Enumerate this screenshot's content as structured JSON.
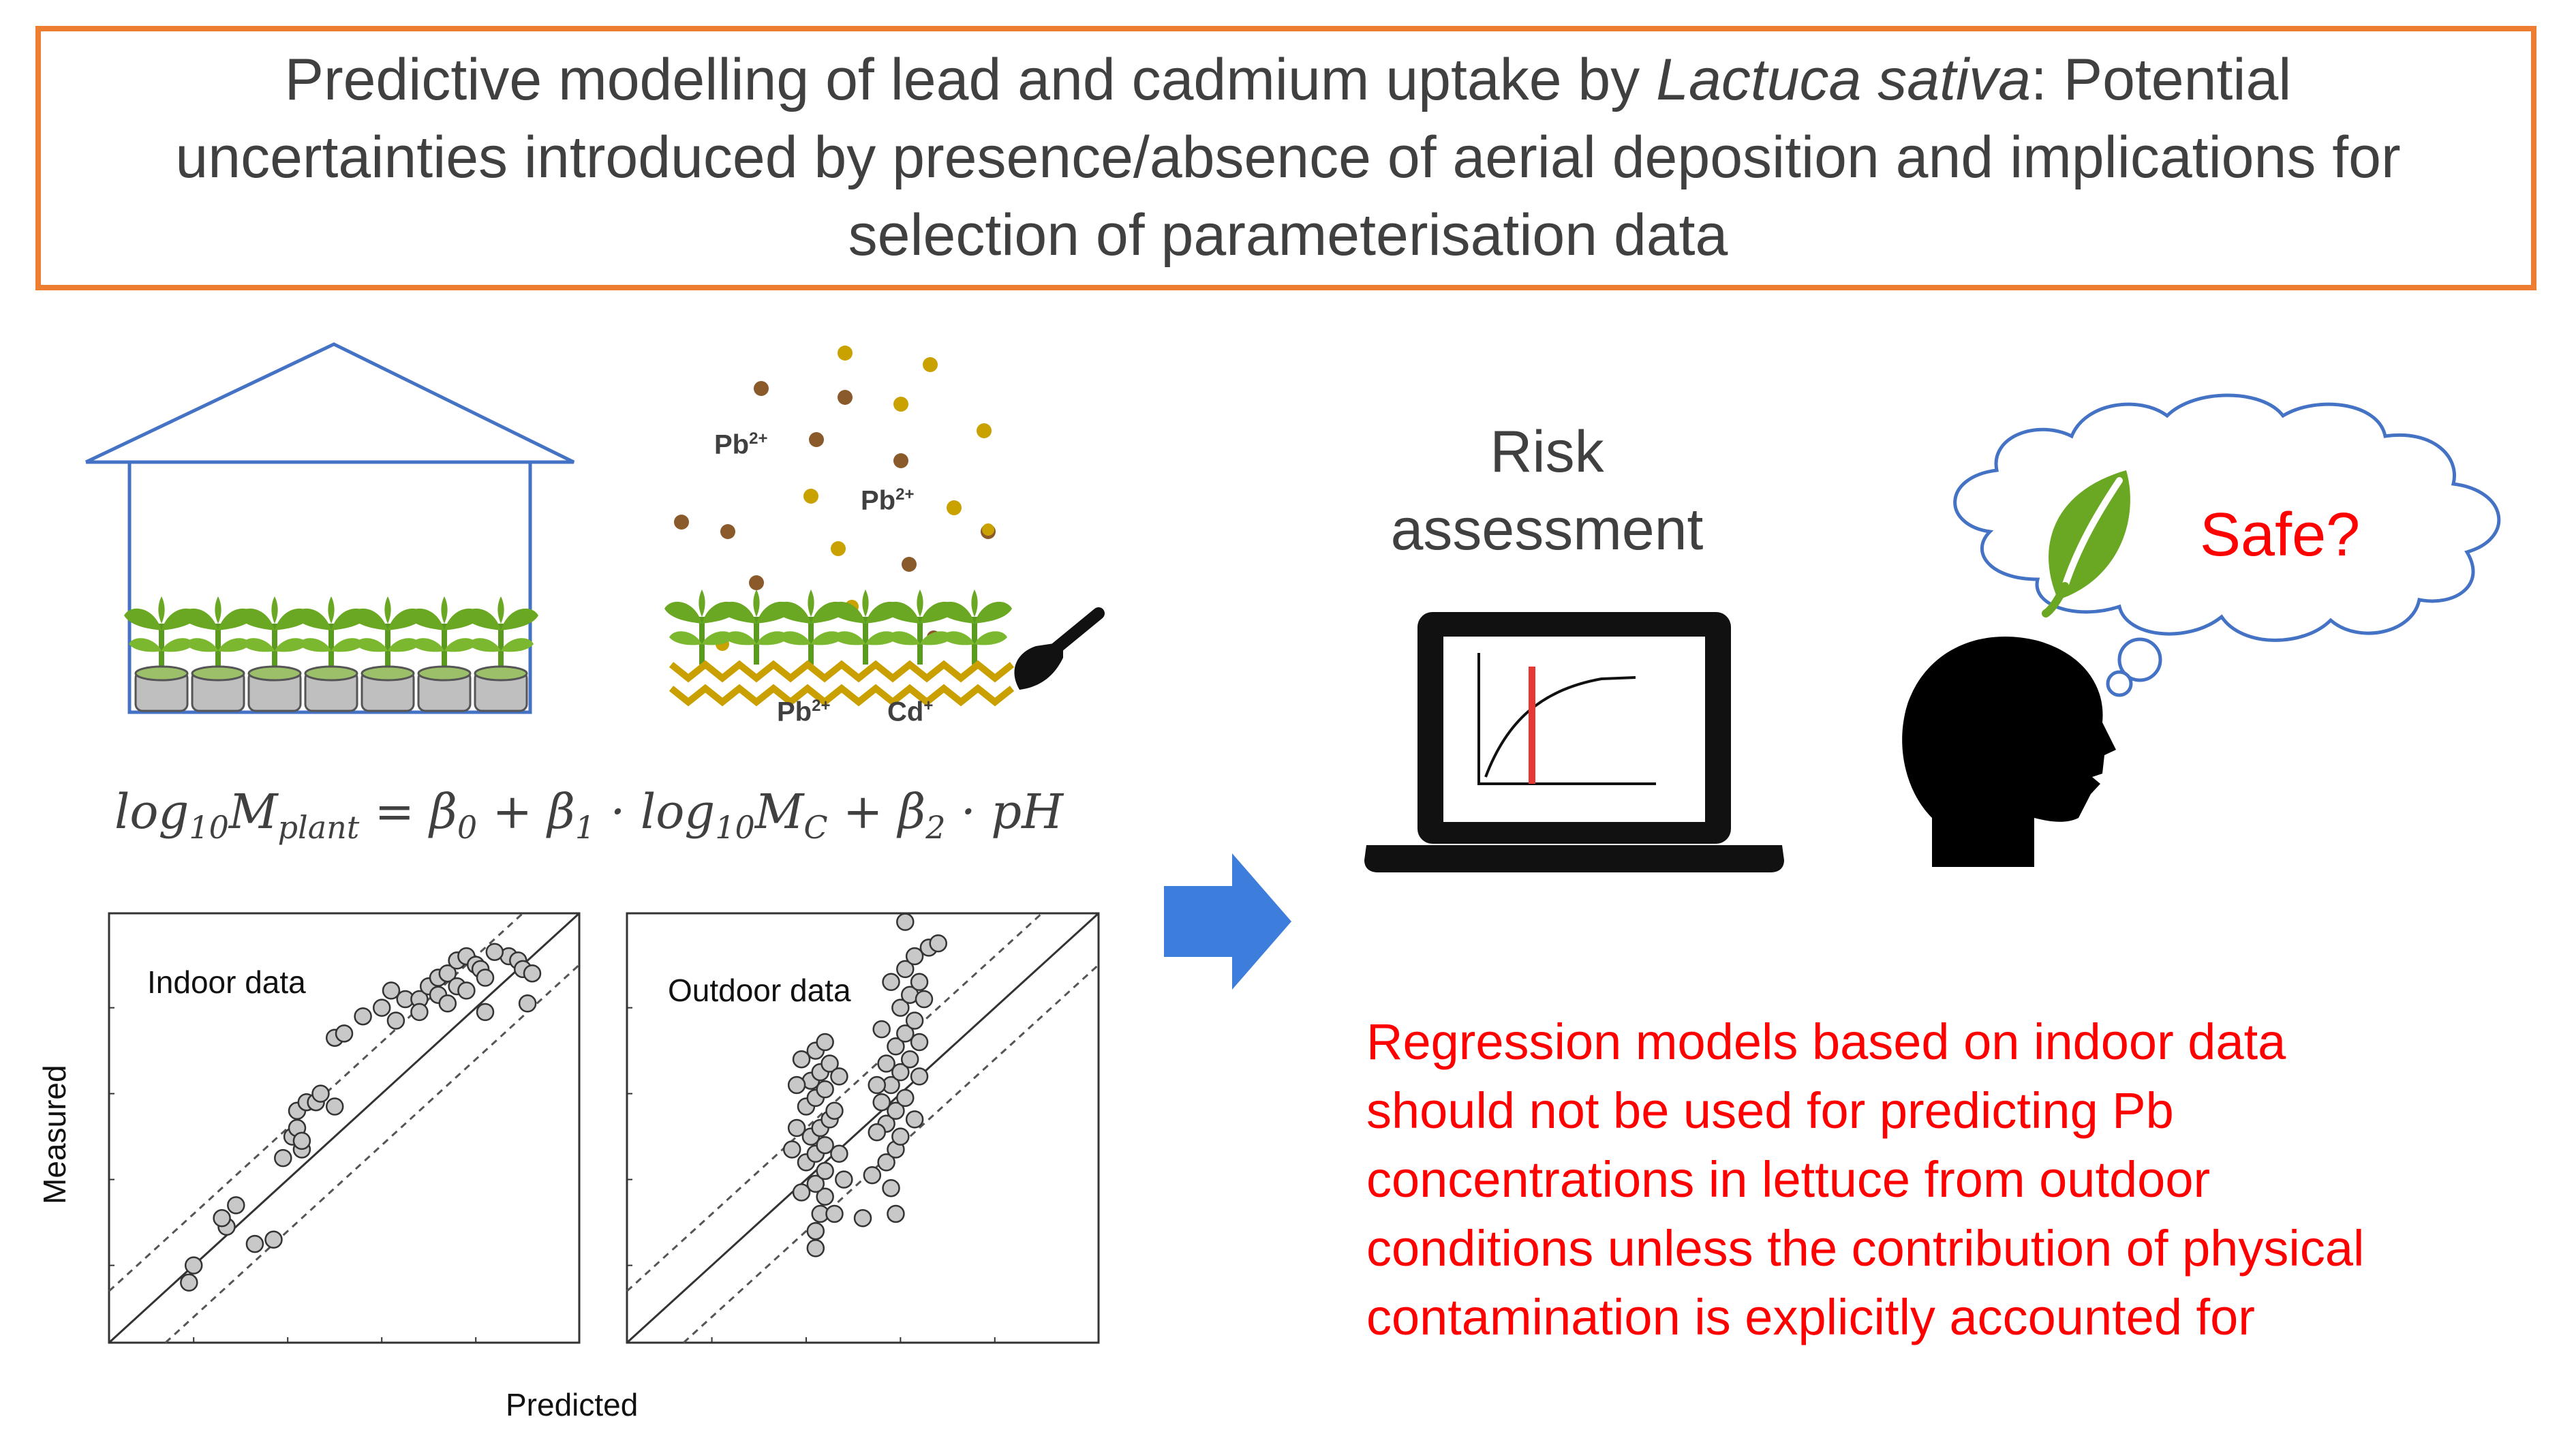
{
  "title": {
    "line1_pre": "Predictive modelling of lead and cadmium uptake by ",
    "line1_species": "Lactuca sativa",
    "line1_post": ": Potential",
    "line2": "uncertainties introduced by presence/absence of aerial deposition and implications for",
    "line3": "selection of parameterisation data"
  },
  "equation": {
    "lhs_base": "log",
    "lhs_base_sub": "10",
    "lhs_var": "M",
    "lhs_var_sub": "plant",
    "rhs_b0": " = β",
    "rhs_b0_sub": "0",
    "rhs_b1": " + β",
    "rhs_b1_sub": "1",
    "rhs_log": " · log",
    "rhs_log_sub": "10",
    "rhs_mc": "M",
    "rhs_mc_sub": "C",
    "rhs_b2": " + β",
    "rhs_b2_sub": "2",
    "rhs_ph": " · pH"
  },
  "ions": {
    "pb_symbol": "Pb",
    "pb_charge": "2+",
    "cd_symbol": "Cd",
    "cd_charge": "+"
  },
  "risk": {
    "label": "Risk assessment"
  },
  "thought": {
    "label": "Safe?"
  },
  "conclusion": {
    "lines": [
      "Regression models based on indoor data",
      "should not be used for predicting Pb",
      "concentrations in lettuce from outdoor",
      "conditions unless the contribution of physical",
      "contamination is explicitly accounted for"
    ]
  },
  "colors": {
    "title_border": "#ED7D31",
    "greenhouse_frame": "#4472C4",
    "arrow": "#3D7DDB",
    "conclusion_text": "#FF0000",
    "leaf": "#6AA823",
    "brown_particle": "#8B5A2B",
    "yellow_particle": "#C9A200",
    "soil": "#C9A000",
    "cut_off_line": "#E53935"
  },
  "chart_data": [
    {
      "type": "scatter",
      "title": "Indoor data",
      "xlabel": "Predicted",
      "ylabel": "Measured",
      "grid": false,
      "reference_lines": [
        "1:1 line (solid)",
        "prediction band (dashed)"
      ],
      "points": [
        [
          0.17,
          0.14
        ],
        [
          0.18,
          0.18
        ],
        [
          0.31,
          0.23
        ],
        [
          0.25,
          0.27
        ],
        [
          0.24,
          0.29
        ],
        [
          0.27,
          0.32
        ],
        [
          0.35,
          0.24
        ],
        [
          0.37,
          0.43
        ],
        [
          0.4,
          0.54
        ],
        [
          0.42,
          0.56
        ],
        [
          0.44,
          0.56
        ],
        [
          0.48,
          0.55
        ],
        [
          0.45,
          0.58
        ],
        [
          0.39,
          0.48
        ],
        [
          0.4,
          0.5
        ],
        [
          0.41,
          0.45
        ],
        [
          0.41,
          0.47
        ],
        [
          0.6,
          0.82
        ],
        [
          0.63,
          0.8
        ],
        [
          0.66,
          0.8
        ],
        [
          0.68,
          0.83
        ],
        [
          0.7,
          0.85
        ],
        [
          0.72,
          0.86
        ],
        [
          0.74,
          0.89
        ],
        [
          0.76,
          0.9
        ],
        [
          0.78,
          0.88
        ],
        [
          0.79,
          0.87
        ],
        [
          0.7,
          0.81
        ],
        [
          0.74,
          0.83
        ],
        [
          0.76,
          0.82
        ],
        [
          0.8,
          0.85
        ],
        [
          0.66,
          0.77
        ],
        [
          0.8,
          0.77
        ],
        [
          0.58,
          0.78
        ],
        [
          0.54,
          0.76
        ],
        [
          0.61,
          0.75
        ],
        [
          0.48,
          0.71
        ],
        [
          0.5,
          0.72
        ],
        [
          0.85,
          0.9
        ],
        [
          0.87,
          0.89
        ],
        [
          0.88,
          0.87
        ],
        [
          0.9,
          0.86
        ],
        [
          0.82,
          0.91
        ],
        [
          0.72,
          0.79
        ],
        [
          0.89,
          0.79
        ]
      ]
    },
    {
      "type": "scatter",
      "title": "Outdoor data",
      "xlabel": "Predicted",
      "ylabel": "Measured",
      "grid": false,
      "reference_lines": [
        "1:1 line (solid)",
        "prediction band (dashed)"
      ],
      "points": [
        [
          0.4,
          0.22
        ],
        [
          0.4,
          0.26
        ],
        [
          0.41,
          0.3
        ],
        [
          0.42,
          0.34
        ],
        [
          0.4,
          0.37
        ],
        [
          0.42,
          0.4
        ],
        [
          0.38,
          0.42
        ],
        [
          0.4,
          0.44
        ],
        [
          0.42,
          0.46
        ],
        [
          0.39,
          0.48
        ],
        [
          0.41,
          0.5
        ],
        [
          0.43,
          0.52
        ],
        [
          0.38,
          0.55
        ],
        [
          0.4,
          0.57
        ],
        [
          0.42,
          0.59
        ],
        [
          0.39,
          0.61
        ],
        [
          0.41,
          0.63
        ],
        [
          0.43,
          0.65
        ],
        [
          0.37,
          0.66
        ],
        [
          0.4,
          0.68
        ],
        [
          0.42,
          0.7
        ],
        [
          0.44,
          0.54
        ],
        [
          0.36,
          0.5
        ],
        [
          0.35,
          0.45
        ],
        [
          0.45,
          0.44
        ],
        [
          0.46,
          0.38
        ],
        [
          0.44,
          0.3
        ],
        [
          0.37,
          0.35
        ],
        [
          0.45,
          0.62
        ],
        [
          0.36,
          0.6
        ],
        [
          0.57,
          0.3
        ],
        [
          0.56,
          0.36
        ],
        [
          0.55,
          0.42
        ],
        [
          0.57,
          0.45
        ],
        [
          0.58,
          0.48
        ],
        [
          0.55,
          0.51
        ],
        [
          0.57,
          0.54
        ],
        [
          0.59,
          0.57
        ],
        [
          0.56,
          0.6
        ],
        [
          0.58,
          0.63
        ],
        [
          0.6,
          0.66
        ],
        [
          0.57,
          0.69
        ],
        [
          0.59,
          0.72
        ],
        [
          0.61,
          0.75
        ],
        [
          0.58,
          0.78
        ],
        [
          0.6,
          0.81
        ],
        [
          0.62,
          0.84
        ],
        [
          0.59,
          0.87
        ],
        [
          0.61,
          0.9
        ],
        [
          0.64,
          0.92
        ],
        [
          0.66,
          0.93
        ],
        [
          0.59,
          0.98
        ],
        [
          0.54,
          0.56
        ],
        [
          0.53,
          0.49
        ],
        [
          0.62,
          0.7
        ],
        [
          0.55,
          0.65
        ],
        [
          0.53,
          0.6
        ],
        [
          0.62,
          0.62
        ],
        [
          0.54,
          0.73
        ],
        [
          0.63,
          0.8
        ],
        [
          0.56,
          0.84
        ],
        [
          0.5,
          0.29
        ],
        [
          0.52,
          0.39
        ],
        [
          0.61,
          0.52
        ]
      ]
    }
  ]
}
